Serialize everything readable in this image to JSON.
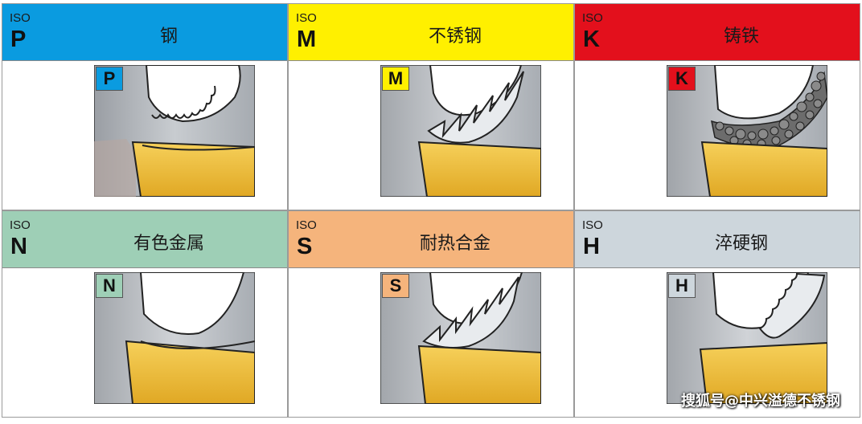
{
  "materials": [
    {
      "iso": "ISO",
      "letter": "P",
      "name": "钢",
      "color": "#0a9be0",
      "badge": "P"
    },
    {
      "iso": "ISO",
      "letter": "M",
      "name": "不锈钢",
      "color": "#fff000",
      "badge": "M"
    },
    {
      "iso": "ISO",
      "letter": "K",
      "name": "铸铁",
      "color": "#e3101c",
      "badge": "K"
    },
    {
      "iso": "ISO",
      "letter": "N",
      "name": "有色金属",
      "color": "#9ecfb6",
      "badge": "N"
    },
    {
      "iso": "ISO",
      "letter": "S",
      "name": "耐热合金",
      "color": "#f5b47c",
      "badge": "S"
    },
    {
      "iso": "ISO",
      "letter": "H",
      "name": "淬硬钢",
      "color": "#cdd6dc",
      "badge": "H"
    }
  ],
  "watermark": "搜狐号@中兴溢德不锈钢"
}
